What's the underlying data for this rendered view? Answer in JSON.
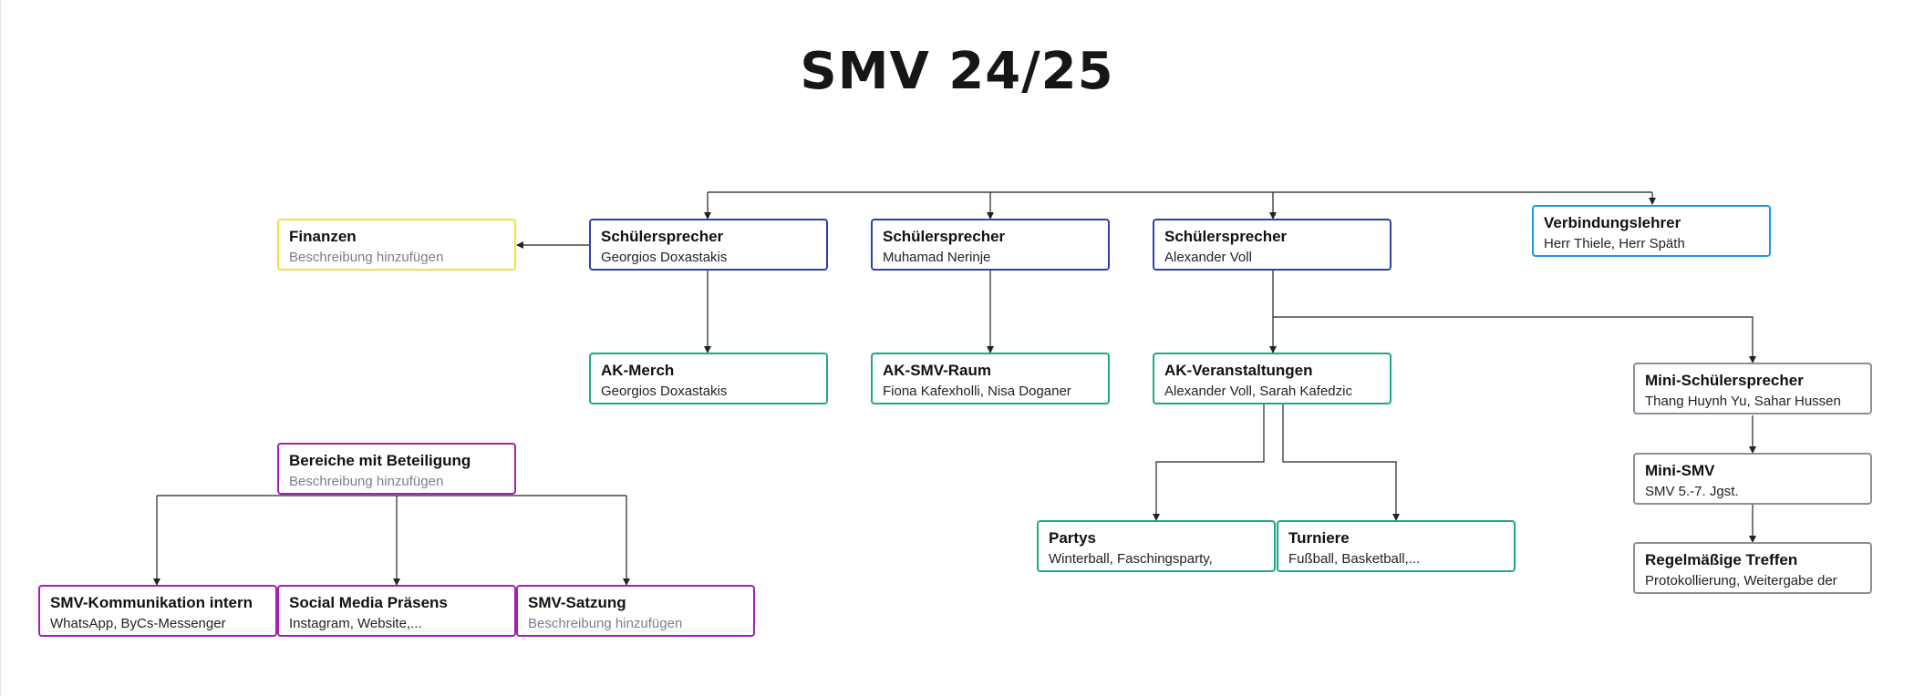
{
  "title": "SMV 24/25",
  "nodes": {
    "finanzen": {
      "title": "Finanzen",
      "desc": "Beschreibung hinzufügen",
      "color": "#f1e23a"
    },
    "sp_georgios": {
      "title": "Schülersprecher",
      "desc": "Georgios Doxastakis",
      "color": "#2f3fb0"
    },
    "sp_muhamad": {
      "title": "Schülersprecher",
      "desc": "Muhamad Nerinje",
      "color": "#2f3fb0"
    },
    "sp_alexander": {
      "title": "Schülersprecher",
      "desc": "Alexander Voll",
      "color": "#2f3fb0"
    },
    "verbindungslehrer": {
      "title": "Verbindungslehrer",
      "desc": "Herr Thiele, Herr Späth",
      "color": "#2196e0"
    },
    "ak_merch": {
      "title": "AK-Merch",
      "desc": "Georgios Doxastakis",
      "color": "#1ea88a"
    },
    "ak_smv_raum": {
      "title": "AK-SMV-Raum",
      "desc": "Fiona Kafexholli, Nisa Doganer",
      "color": "#1ea88a"
    },
    "ak_veranstaltungen": {
      "title": "AK-Veranstaltungen",
      "desc": "Alexander Voll, Sarah Kafedzic",
      "color": "#1ea88a"
    },
    "mini_sp": {
      "title": "Mini-Schülersprecher",
      "desc": "Thang Huynh Yu, Sahar Hussen",
      "color": "#8a8f99"
    },
    "bereiche": {
      "title": "Bereiche mit Beteiligung",
      "desc": "Beschreibung hinzufügen",
      "color": "#a51fb0"
    },
    "mini_smv": {
      "title": "Mini-SMV",
      "desc": "SMV 5.-7. Jgst.",
      "color": "#8a8f99"
    },
    "partys": {
      "title": "Partys",
      "desc": "Winterball, Faschingsparty,",
      "color": "#1ea88a"
    },
    "turniere": {
      "title": "Turniere",
      "desc": "Fußball, Basketball,...",
      "color": "#1ea88a"
    },
    "regelmaessig": {
      "title": "Regelmäßige Treffen",
      "desc": "Protokollierung, Weitergabe der",
      "color": "#8a8f99"
    },
    "kommunikation": {
      "title": "SMV-Kommunikation intern",
      "desc": "WhatsApp, ByCs-Messenger",
      "color": "#a51fb0"
    },
    "social_media": {
      "title": "Social Media Präsens",
      "desc": "Instagram, Website,...",
      "color": "#a51fb0"
    },
    "satzung": {
      "title": "SMV-Satzung",
      "desc": "Beschreibung hinzufügen",
      "color": "#a51fb0"
    }
  }
}
